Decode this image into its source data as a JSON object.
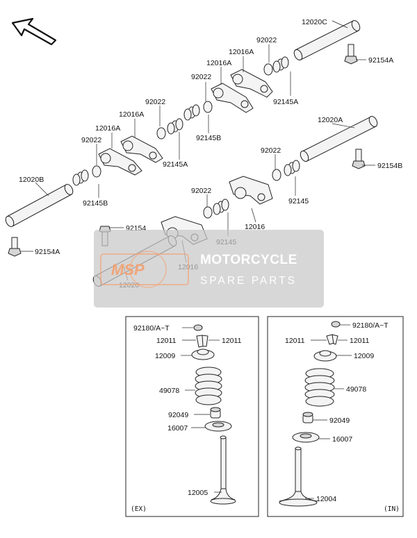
{
  "labels": {
    "l_12020C": "12020C",
    "l_92154A_top": "92154A",
    "l_92022_a": "92022",
    "l_12016A_a": "12016A",
    "l_12016A_b": "12016A",
    "l_92022_b": "92022",
    "l_92145A_a": "92145A",
    "l_92145B_a": "92145B",
    "l_92022_c": "92022",
    "l_12016A_c": "12016A",
    "l_12016A_d": "12016A",
    "l_92022_d": "92022",
    "l_92145A_b": "92145A",
    "l_12020A": "12020A",
    "l_92154B": "92154B",
    "l_92022_e": "92022",
    "l_92145_a": "92145",
    "l_12020B": "12020B",
    "l_92145B_b": "92145B",
    "l_92154A_left": "92154A",
    "l_92022_f": "92022",
    "l_12016_a": "12016",
    "l_92154": "92154",
    "l_92145_b": "92145",
    "l_12016_b": "12016",
    "l_12020": "12020"
  },
  "watermark": {
    "logo": "MSP",
    "title": "MOTORCYCLE",
    "subtitle": "SPARE PARTS"
  },
  "ex_box": {
    "tag": "(EX)",
    "labels": {
      "l_92180": "92180/A~T",
      "l_12011_l": "12011",
      "l_12011_r": "12011",
      "l_12009": "12009",
      "l_49078": "49078",
      "l_92049": "92049",
      "l_16007": "16007",
      "l_12005": "12005"
    }
  },
  "in_box": {
    "tag": "(IN)",
    "labels": {
      "l_92180": "92180/A~T",
      "l_12011_l": "12011",
      "l_12011_r": "12011",
      "l_12009": "12009",
      "l_49078": "49078",
      "l_92049": "92049",
      "l_16007": "16007",
      "l_12004": "12004"
    }
  },
  "colors": {
    "watermark_bg": "#c8c8c8",
    "watermark_logo": "#f3a070",
    "line": "#222222"
  }
}
